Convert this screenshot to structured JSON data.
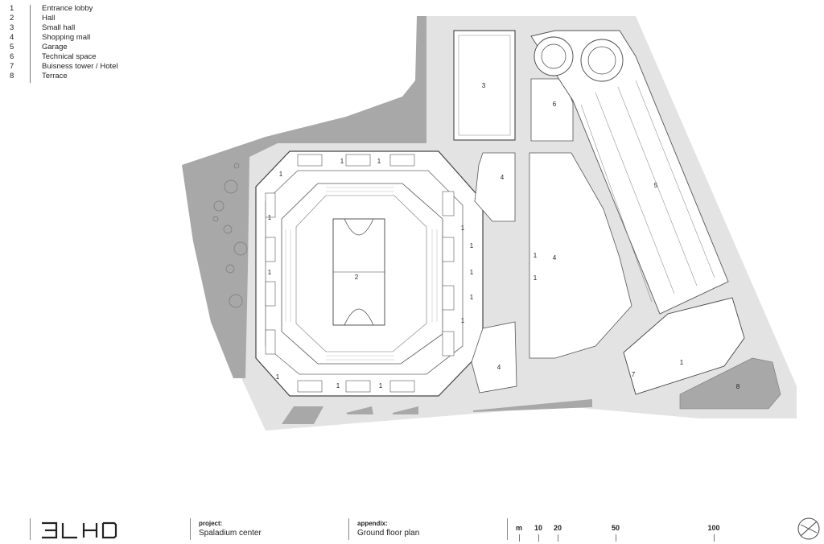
{
  "legend": {
    "items": [
      {
        "num": "1",
        "label": "Entrance lobby"
      },
      {
        "num": "2",
        "label": "Hall"
      },
      {
        "num": "3",
        "label": "Small hall"
      },
      {
        "num": "4",
        "label": "Shopping mall"
      },
      {
        "num": "5",
        "label": "Garage"
      },
      {
        "num": "6",
        "label": "Technical space"
      },
      {
        "num": "7",
        "label": "Buisness tower / Hotel"
      },
      {
        "num": "8",
        "label": "Terrace"
      }
    ]
  },
  "plan_numbers": {
    "n1": "1",
    "n2": "2",
    "n3": "3",
    "n4": "4",
    "n5": "5",
    "n6": "6",
    "n7": "7",
    "n8": "8"
  },
  "footer": {
    "logo": "3LHD",
    "project_label": "project:",
    "project_value": "Spaladium center",
    "appendix_label": "appendix:",
    "appendix_value": "Ground floor plan",
    "scale": {
      "unit": "m",
      "ticks": [
        "10",
        "20",
        "50",
        "100"
      ]
    }
  },
  "colors": {
    "site": "#e3e3e3",
    "park": "#a8a8a8",
    "building": "#ffffff",
    "line": "#555555"
  }
}
